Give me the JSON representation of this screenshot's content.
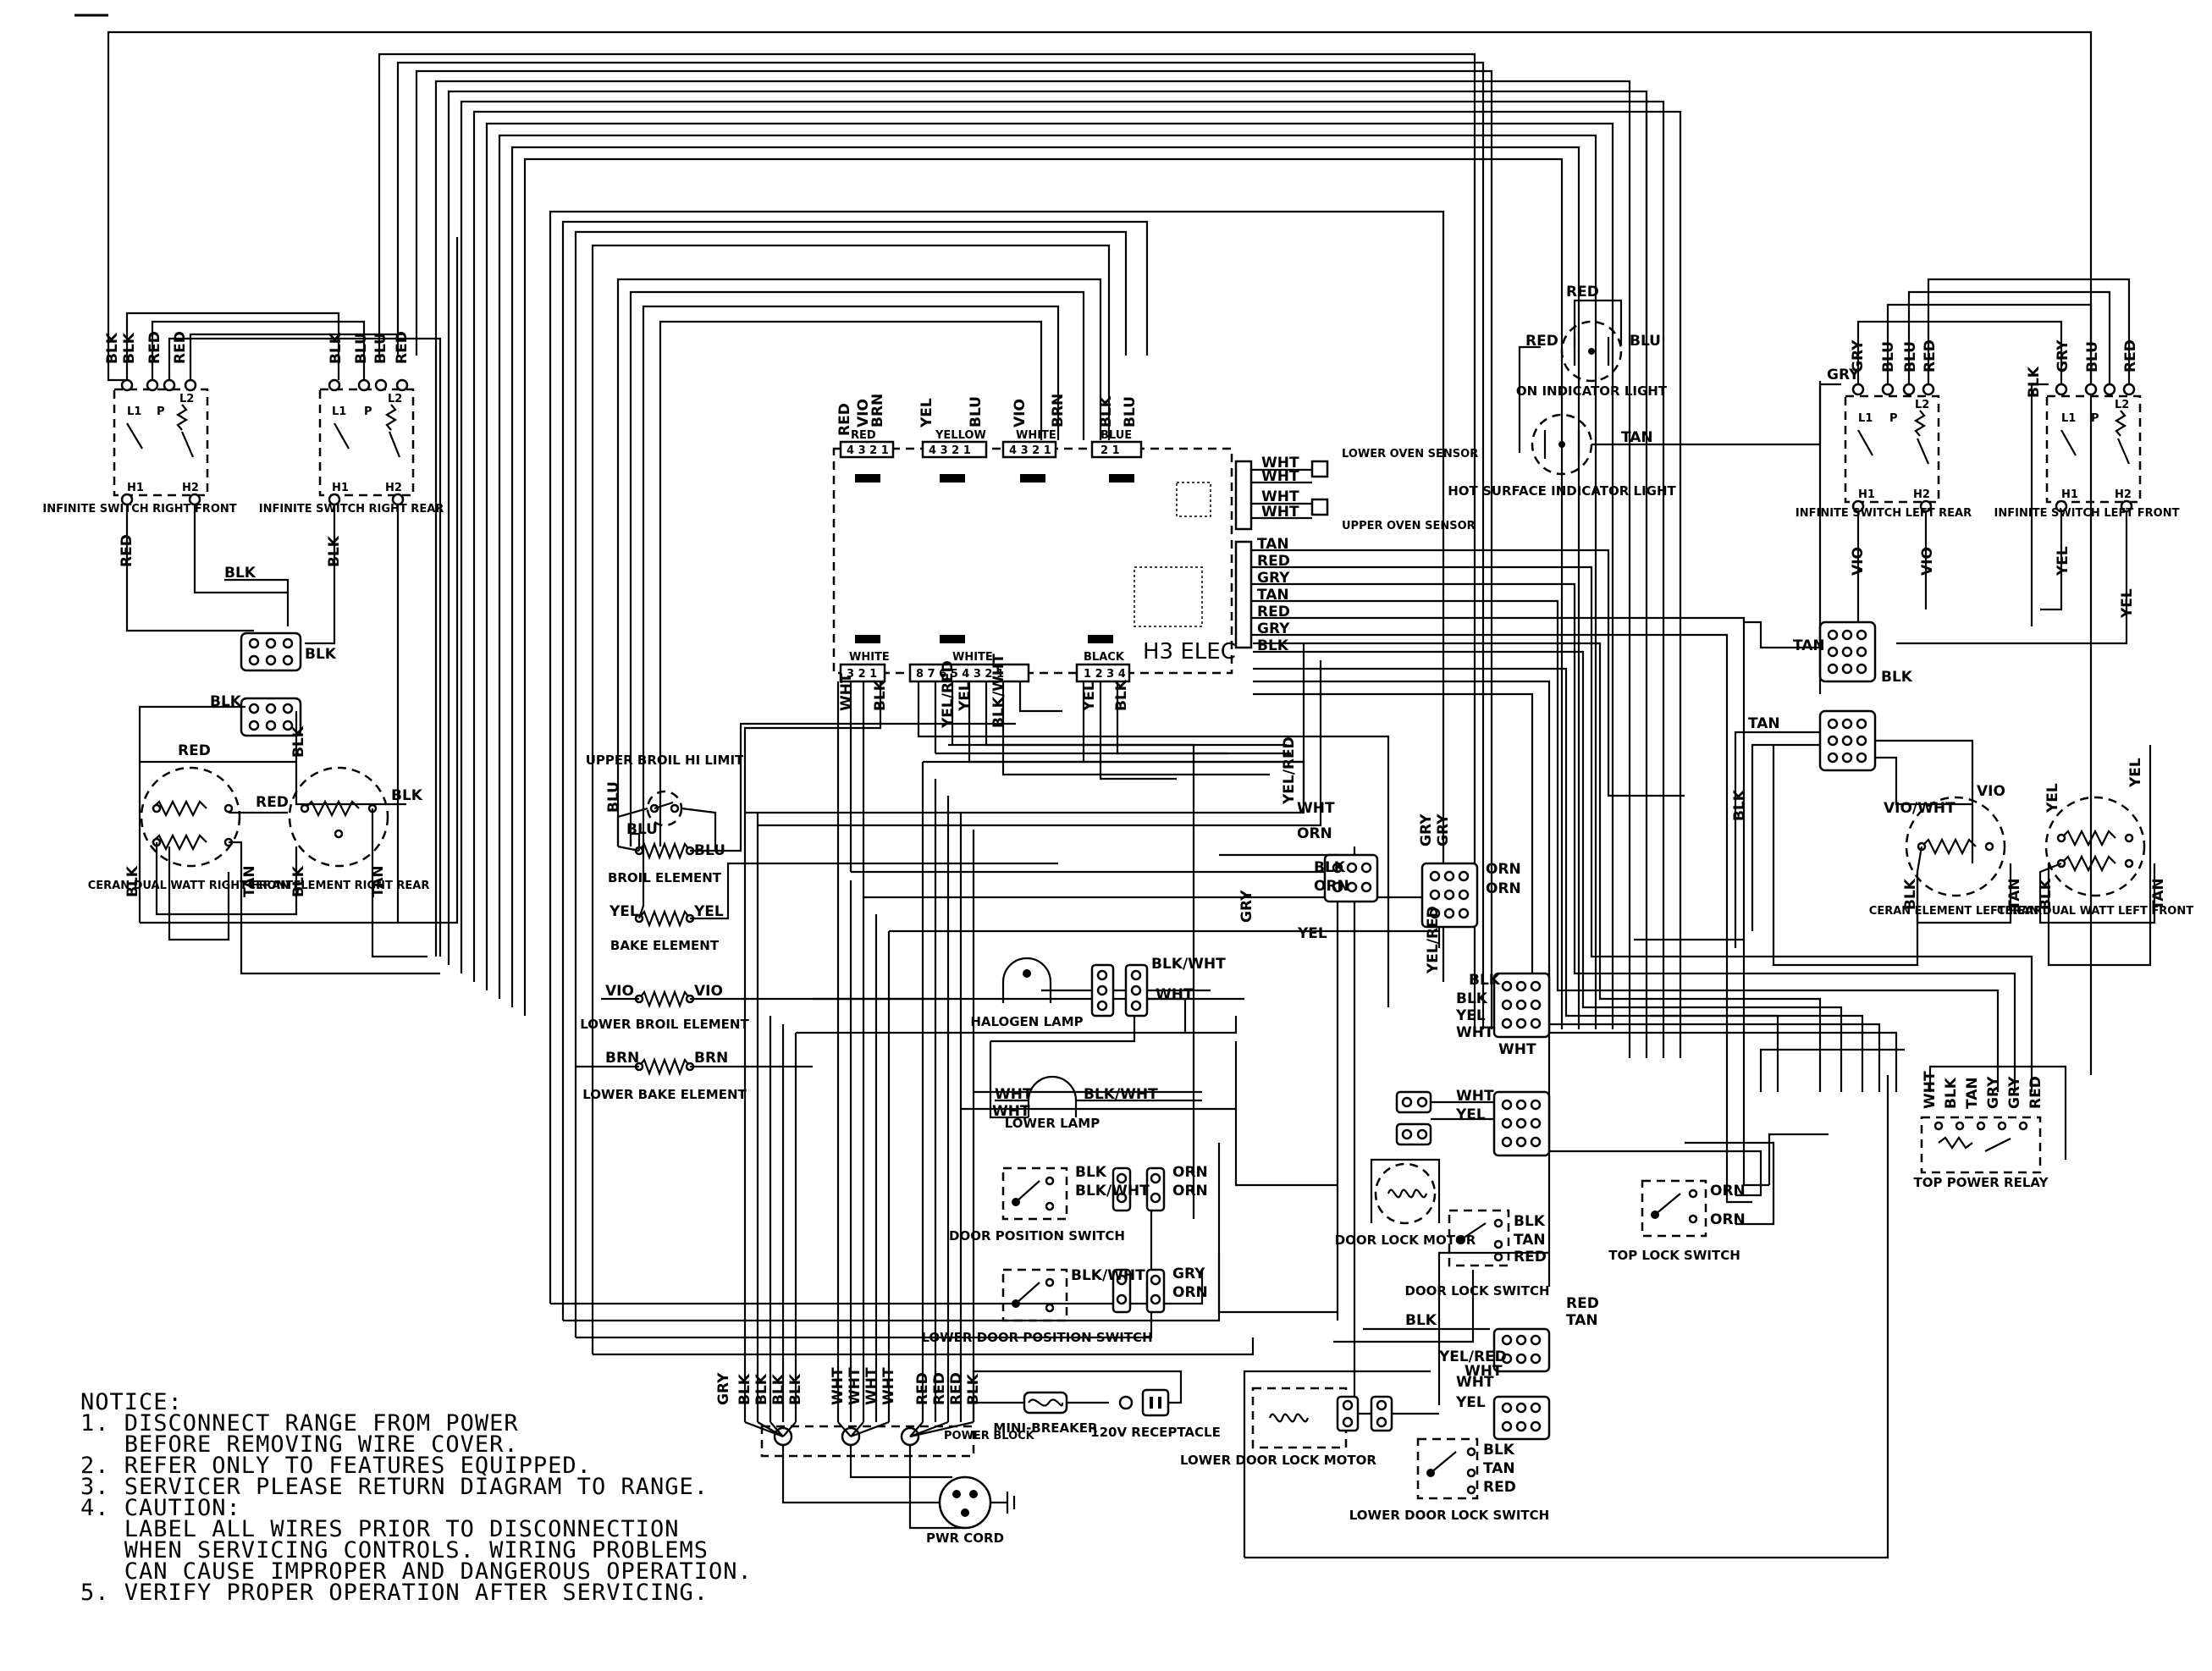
{
  "control": {
    "title": "H3 ELEC"
  },
  "connectors": {
    "red": "RED",
    "yellow": "YELLOW",
    "white_top": "WHITE",
    "blue": "BLUE",
    "white_bl": "WHITE",
    "white_bm": "WHITE",
    "black": "BLACK"
  },
  "sensors": {
    "lower": "LOWER OVEN SENSOR",
    "upper": "UPPER OVEN SENSOR"
  },
  "components": {
    "sw_right_front": "INFINITE SWITCH RIGHT FRONT",
    "sw_right_rear": "INFINITE SWITCH RIGHT REAR",
    "sw_left_rear": "INFINITE SWITCH LEFT REAR",
    "sw_left_front": "INFINITE SWITCH LEFT FRONT",
    "on_light": "ON INDICATOR LIGHT",
    "hot_light": "HOT SURFACE INDICATOR LIGHT",
    "ceran_rf": "CERAN DUAL WATT RIGHT FRONT",
    "ceran_rr": "CERAN ELEMENT RIGHT REAR",
    "ceran_lr": "CERAN ELEMENT LEFT REAR",
    "ceran_lf": "CERAN DUAL WATT LEFT FRONT",
    "hi_limit": "UPPER BROIL HI LIMIT",
    "broil": "BROIL ELEMENT",
    "bake": "BAKE ELEMENT",
    "lower_broil": "LOWER BROIL ELEMENT",
    "lower_bake": "LOWER BAKE ELEMENT",
    "halogen": "HALOGEN LAMP",
    "lower_lamp": "LOWER LAMP",
    "door_pos": "DOOR POSITION SWITCH",
    "lower_door_pos": "LOWER DOOR POSITION SWITCH",
    "door_lock_motor": "DOOR LOCK MOTOR",
    "door_lock_sw": "DOOR LOCK SWITCH",
    "top_lock": "TOP LOCK SWITCH",
    "top_relay": "TOP POWER RELAY",
    "lower_door_lock_motor": "LOWER DOOR LOCK MOTOR",
    "lower_door_lock_sw": "LOWER DOOR LOCK SWITCH",
    "mini_breaker": "MINI-BREAKER",
    "receptacle": "120V RECEPTACLE",
    "power_block": "POWER BLOCK",
    "pwr_cord": "PWR CORD"
  },
  "wires": {
    "blk": "BLK",
    "blu": "BLU",
    "red": "RED",
    "yel": "YEL",
    "vio": "VIO",
    "brn": "BRN",
    "wht": "WHT",
    "gry": "GRY",
    "tan": "TAN",
    "orn": "ORN",
    "blkwht": "BLK/WHT",
    "yelred": "YEL/RED",
    "viowht": "VIO/WHT"
  },
  "notice": {
    "title": "NOTICE:",
    "lines": [
      "1. DISCONNECT RANGE FROM POWER",
      "   BEFORE REMOVING WIRE COVER.",
      "2. REFER ONLY TO FEATURES EQUIPPED.",
      "3. SERVICER PLEASE RETURN DIAGRAM TO RANGE.",
      "4. CAUTION:",
      "   LABEL ALL WIRES PRIOR TO DISCONNECTION",
      "   WHEN SERVICING CONTROLS. WIRING PROBLEMS",
      "   CAN CAUSE IMPROPER AND DANGEROUS OPERATION.",
      "5. VERIFY PROPER OPERATION AFTER SERVICING."
    ]
  }
}
